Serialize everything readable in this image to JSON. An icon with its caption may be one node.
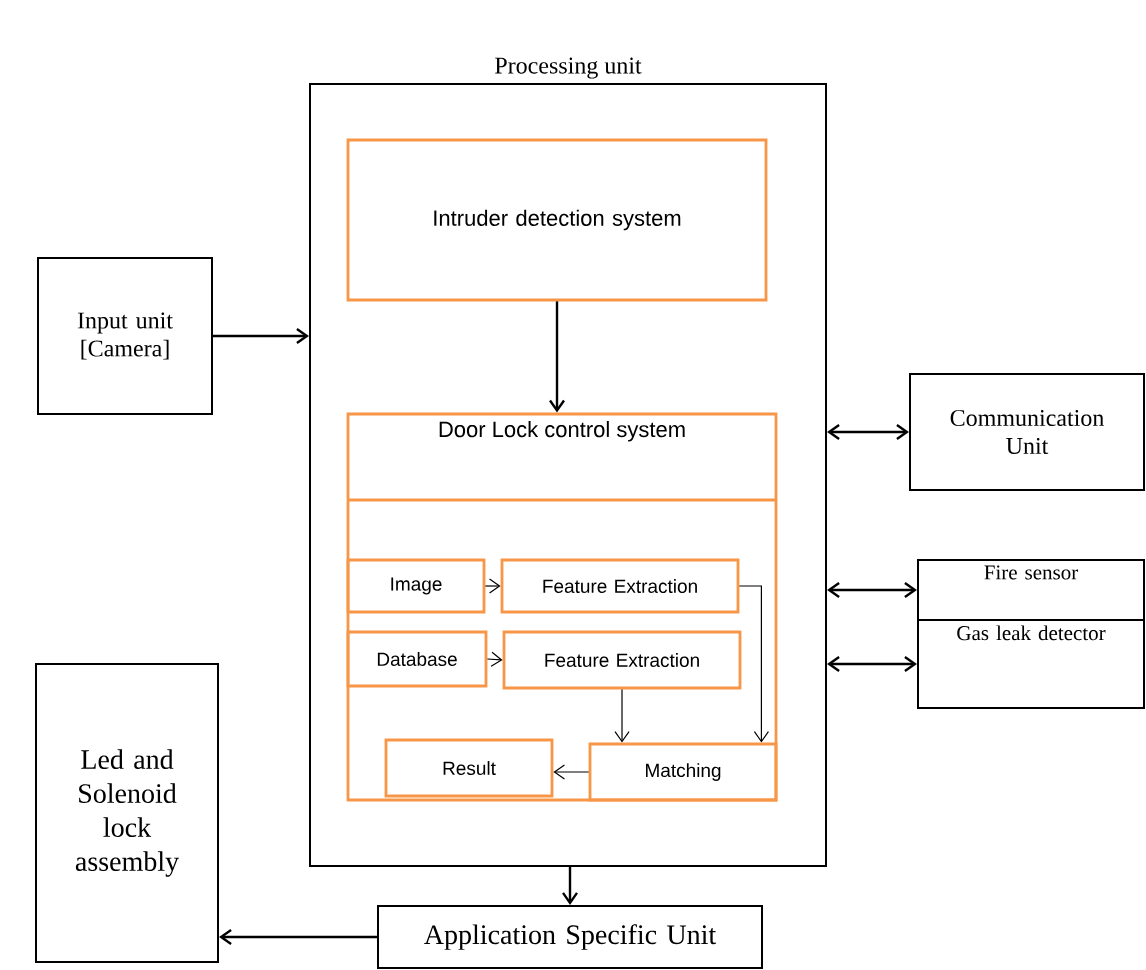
{
  "diagram": {
    "nodes": [
      {
        "text": [
          "Processing unit"
        ]
      },
      {
        "text": [
          "Intruder detection system"
        ],
        "in": 0
      },
      {
        "text": [
          "Door Lock control system"
        ],
        "in": 0
      },
      {
        "text": [
          "Image"
        ],
        "in": 2
      },
      {
        "text": [
          "Feature Extraction"
        ],
        "in": 2
      },
      {
        "text": [
          "Database"
        ],
        "in": 2
      },
      {
        "text": [
          "Feature Extraction"
        ],
        "in": 2
      },
      {
        "text": [
          "Result"
        ],
        "in": 2
      },
      {
        "text": [
          "Matching"
        ],
        "in": 2
      },
      {
        "text": [
          "Input unit [Camera]"
        ]
      },
      {
        "text": [
          "Communication Unit"
        ]
      },
      {
        "text": [
          "Fire sensor"
        ]
      },
      {
        "text": [
          "Gas leak detector"
        ]
      },
      {
        "text": [
          "Led and Solenoid lock assembly"
        ]
      },
      {
        "text": [
          "Application Specific Unit"
        ]
      }
    ],
    "edges": [
      {
        "from": 9,
        "to": 0,
        "arrow": "to"
      },
      {
        "from": 1,
        "to": 2,
        "arrow": "to"
      },
      {
        "from": 3,
        "to": 4,
        "arrow": "to"
      },
      {
        "from": 5,
        "to": 6,
        "arrow": "to"
      },
      {
        "from": 4,
        "to": 8,
        "arrow": "to"
      },
      {
        "from": 6,
        "to": 8,
        "arrow": "to"
      },
      {
        "from": 8,
        "to": 7,
        "arrow": "to"
      },
      {
        "from": 0,
        "to": 10,
        "arrow": "both"
      },
      {
        "from": 0,
        "to": 11,
        "arrow": "both"
      },
      {
        "from": 0,
        "to": 12,
        "arrow": "both"
      },
      {
        "from": 0,
        "to": 14,
        "arrow": "to"
      },
      {
        "from": 14,
        "to": 13,
        "arrow": "to"
      }
    ]
  }
}
